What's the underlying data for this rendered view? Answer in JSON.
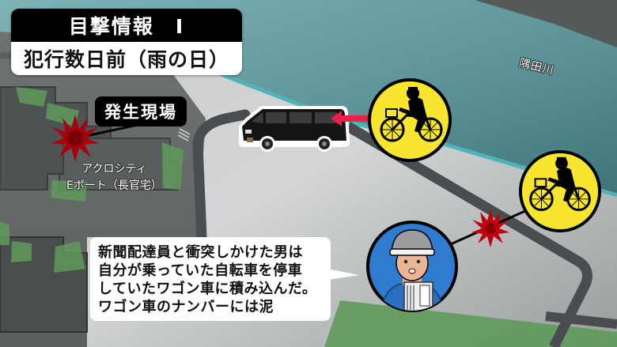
{
  "header": {
    "title": "目撃情報　Ⅰ",
    "subtitle": "犯行数日前（雨の日）"
  },
  "map": {
    "scene_label": "発生現場",
    "place_label_line1": "アクロシティ",
    "place_label_line2": "Eポート（長官宅）",
    "river_label": "隅田川"
  },
  "caption": {
    "lines": [
      "新聞配達員と衝突しかけた男は",
      "自分が乗っていた自転車を停車",
      "していたワゴン車に積み込んだ。",
      "ワゴン車のナンバーには泥"
    ]
  },
  "icons": {
    "incident_marker": "explosion-burst-icon",
    "van": "black-van-icon",
    "cyclist": "cyclist-silhouette-icon",
    "newspaper_deliverer": "newspaper-deliverer-icon",
    "arrow": "red-arrow-left-icon"
  },
  "colors": {
    "river": "#5e9aa0",
    "road": "#4a4d4f",
    "ground": "#b9bcbd",
    "green": "#5f9a5a",
    "burst": "#b0000c",
    "yellow_badge": "#f7e52e",
    "blue_badge": "#2f7bd0",
    "arrow": "#e8204a"
  }
}
